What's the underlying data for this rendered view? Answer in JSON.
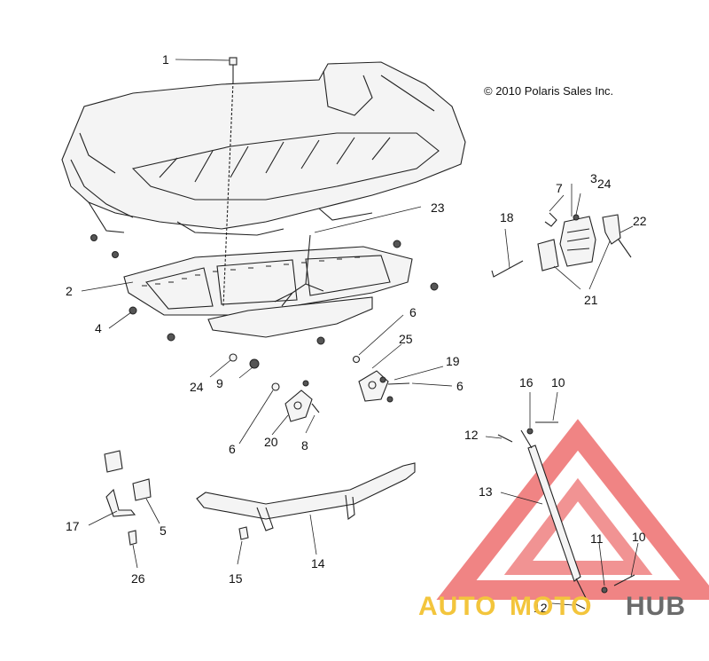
{
  "copyright": "© 2010 Polaris Sales Inc.",
  "watermark": {
    "part1": "AUTO",
    "part2": "MOTO",
    "part3": "HUB",
    "color_red": "#e84b4b",
    "color_yellow": "#f3c53c",
    "color_gray": "#6b6b6b"
  },
  "callouts": [
    {
      "id": "c1",
      "label": "1"
    },
    {
      "id": "c2",
      "label": "2"
    },
    {
      "id": "c3",
      "label": "3"
    },
    {
      "id": "c4",
      "label": "4"
    },
    {
      "id": "c5",
      "label": "5"
    },
    {
      "id": "c6a",
      "label": "6"
    },
    {
      "id": "c6b",
      "label": "6"
    },
    {
      "id": "c6c",
      "label": "6"
    },
    {
      "id": "c7",
      "label": "7"
    },
    {
      "id": "c8",
      "label": "8"
    },
    {
      "id": "c9",
      "label": "9"
    },
    {
      "id": "c10a",
      "label": "10"
    },
    {
      "id": "c10b",
      "label": "10"
    },
    {
      "id": "c11",
      "label": "11"
    },
    {
      "id": "c12a",
      "label": "12"
    },
    {
      "id": "c12b",
      "label": "12"
    },
    {
      "id": "c13",
      "label": "13"
    },
    {
      "id": "c14",
      "label": "14"
    },
    {
      "id": "c15",
      "label": "15"
    },
    {
      "id": "c16",
      "label": "16"
    },
    {
      "id": "c17",
      "label": "17"
    },
    {
      "id": "c18",
      "label": "18"
    },
    {
      "id": "c19",
      "label": "19"
    },
    {
      "id": "c20",
      "label": "20"
    },
    {
      "id": "c21",
      "label": "21"
    },
    {
      "id": "c22",
      "label": "22"
    },
    {
      "id": "c23",
      "label": "23"
    },
    {
      "id": "c24a",
      "label": "24"
    },
    {
      "id": "c24b",
      "label": "24"
    },
    {
      "id": "c25",
      "label": "25"
    },
    {
      "id": "c26",
      "label": "26"
    }
  ]
}
